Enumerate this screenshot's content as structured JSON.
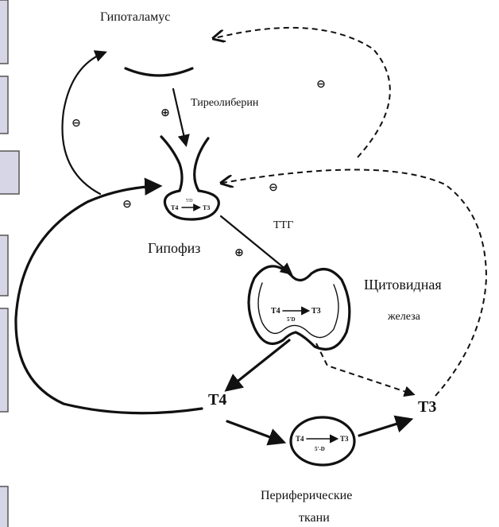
{
  "labels": {
    "hypothalamus": "Гипоталамус",
    "trh": "Тиреолиберин",
    "tsh": "ТТГ",
    "pituitary": "Гипофиз",
    "thyroid_line1": "Щитовидная",
    "thyroid_line2": "железа",
    "t4": "T4",
    "t3": "T3",
    "peripheral_line1": "Периферические",
    "peripheral_line2": "ткани"
  },
  "inner": {
    "pituitary_left": "T4",
    "pituitary_right": "T3",
    "pituitary_enzyme": "5'D",
    "thyroid_left": "T4",
    "thyroid_right": "T3",
    "thyroid_enzyme": "5'D",
    "peripheral_left": "T4",
    "peripheral_right": "T3",
    "peripheral_enzyme": "5'-D"
  },
  "signs": {
    "minus": "⊖",
    "plus": "⊕"
  }
}
